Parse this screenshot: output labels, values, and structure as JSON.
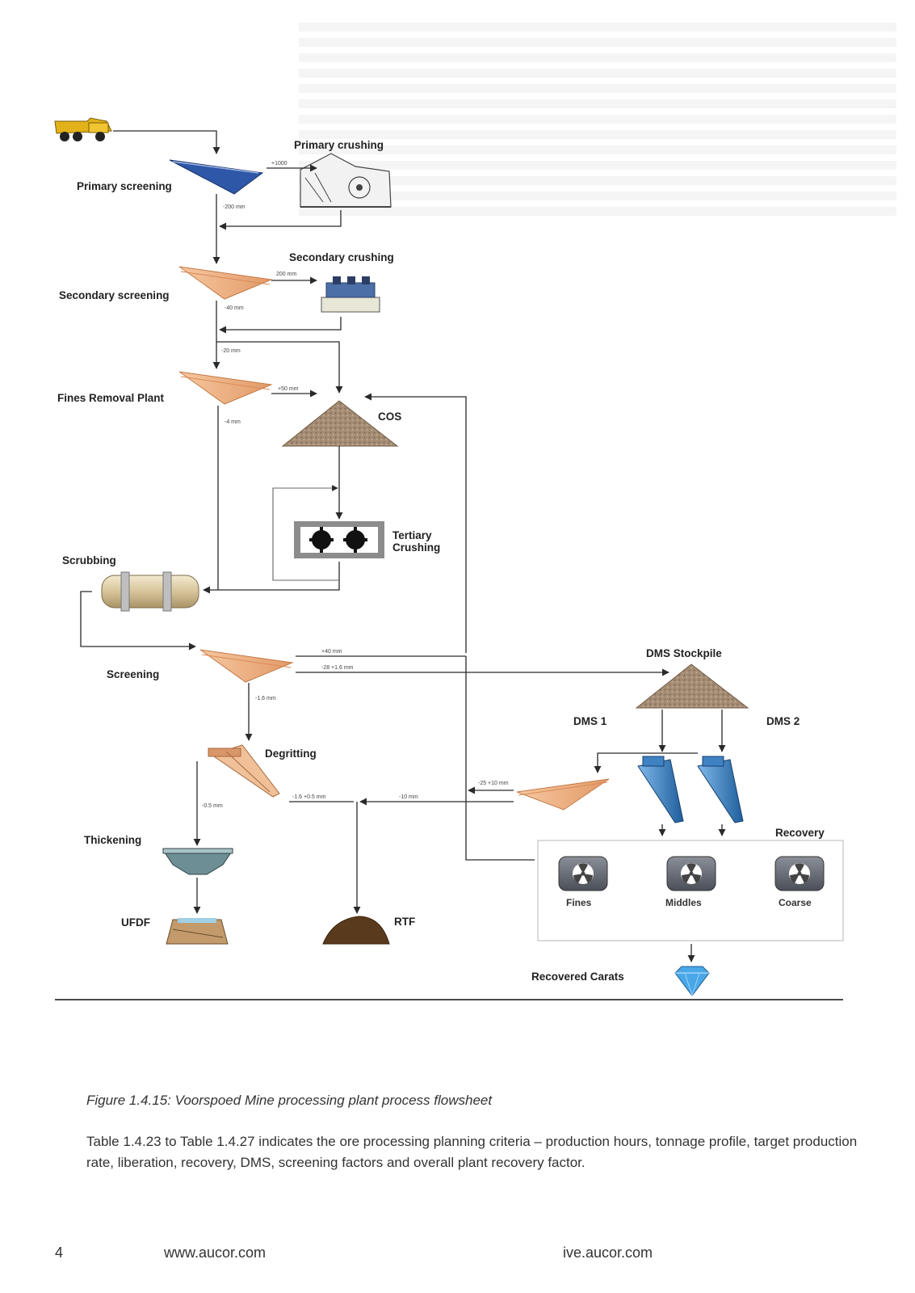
{
  "diagram": {
    "labels": {
      "primary_crushing": "Primary crushing",
      "primary_screening": "Primary screening",
      "secondary_crushing": "Secondary crushing",
      "secondary_screening": "Secondary screening",
      "fines_removal_plant": "Fines Removal Plant",
      "cos": "COS",
      "tertiary_crushing_1": "Tertiary",
      "tertiary_crushing_2": "Crushing",
      "scrubbing": "Scrubbing",
      "screening": "Screening",
      "dms_stockpile": "DMS Stockpile",
      "dms_1": "DMS 1",
      "dms_2": "DMS 2",
      "degritting": "Degritting",
      "thickening": "Thickening",
      "recovery": "Recovery",
      "fines": "Fines",
      "middles": "Middles",
      "coarse": "Coarse",
      "ufdf": "UFDF",
      "rtf": "RTF",
      "recovered_carats": "Recovered Carats"
    },
    "sizes": {
      "primary_oversize": "+1000",
      "primary_undersize": "-200 mm",
      "secondary_oversize": "200 mm",
      "secondary_undersize": "-40 mm",
      "fines_feed": "-20 mm",
      "fines_oversize": "+50 mm",
      "fines_undersize": "-4 mm",
      "screen_oversize": "+40 mm",
      "screen_middle": "-28 +1.6 mm",
      "screen_undersize": "-1.6 mm",
      "degrit_oversize": "-1.6 +0.5 mm",
      "degrit_undersize": "-0.5 mm",
      "dms_screen_oversize": "-25 +10 mm",
      "dms_screen_undersize": "-10 mm"
    }
  },
  "caption": "Figure 1.4.15: Voorspoed Mine processing plant process flowsheet",
  "paragraph": "Table 1.4.23 to Table 1.4.27 indicates the ore processing planning criteria – production hours, tonnage profile, target production rate, liberation, recovery, DMS, screening factors and overall plant recovery factor.",
  "footer": {
    "page_number": "4",
    "url_left": "www.aucor.com",
    "url_right": "ive.aucor.com"
  }
}
